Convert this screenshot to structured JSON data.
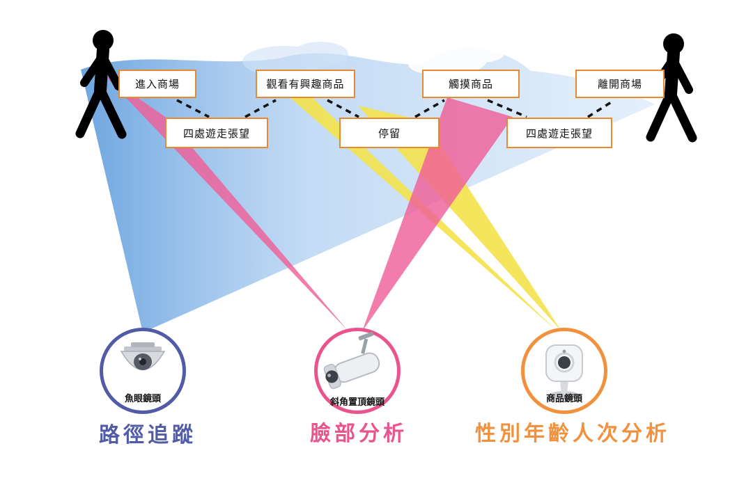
{
  "palette": {
    "step_box_border": "#e8882f",
    "path_beam_blue": "#86b5e8",
    "face_beam_pink": "#ef5f99",
    "product_beam_yellow": "#f3e24b",
    "path_accent": "#515ba6",
    "face_accent": "#e9548c",
    "product_accent": "#f1913e"
  },
  "flow": {
    "enter": "進入商場",
    "wander_left": "四處遊走張望",
    "view_interest": "觀看有興趣商品",
    "stay": "停留",
    "touch": "觸摸商品",
    "wander_right": "四處遊走張望",
    "leave": "離開商場"
  },
  "cameras": {
    "fisheye": {
      "label": "魚眼鏡頭",
      "analysis": "路徑追蹤"
    },
    "angled_top": {
      "label": "斜角置頂鏡頭",
      "analysis": "臉部分析"
    },
    "product": {
      "label": "商品鏡頭",
      "analysis": "性別年齡人次分析"
    }
  }
}
